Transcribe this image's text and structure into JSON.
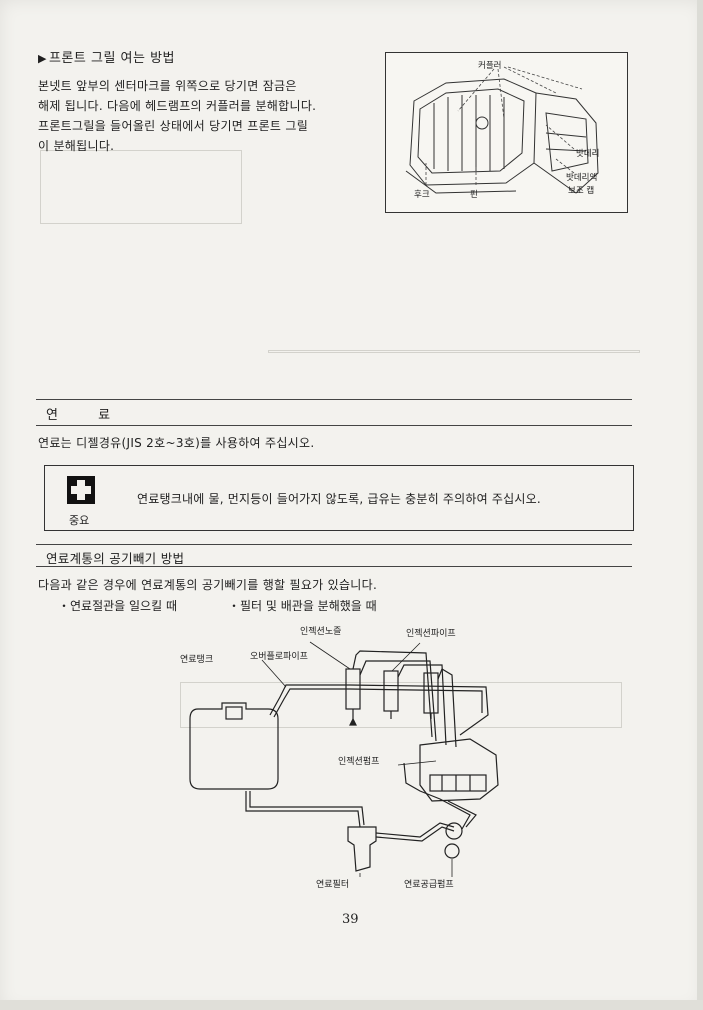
{
  "section_front_grille": {
    "heading_marker": "▶",
    "heading": "프론트 그릴 여는 방법",
    "lines": [
      "본넷트 앞부의 센터마크를 위쪽으로 당기면 잠금은",
      "해제 됩니다. 다음에 헤드램프의 커플러를 분해합니다.",
      "프론트그릴을 들어올린 상태에서 당기면 프론트 그릴",
      "이 분해됩니다."
    ]
  },
  "figure_grille": {
    "labels": {
      "coupler": "커플러",
      "battery": "밧데리",
      "battery_aux_cap": "밧데리액",
      "aux_cap": "보조 캡",
      "hook": "후크",
      "pin": "핀"
    }
  },
  "section_fuel": {
    "title": "연 료",
    "body": "연료는 디젤경유(JIS 2호~3호)를 사용하여 주십시오."
  },
  "notice": {
    "icon": "first-aid-cross-icon",
    "label": "중요",
    "text": "연료탱크내에 물, 먼지등이 들어가지 않도록, 급유는 충분히 주의하여 주십시오."
  },
  "section_air_bleed": {
    "title": "연료계통의 공기빼기 방법",
    "intro": "다음과 같은 경우에 연료계통의 공기빼기를 행할 필요가 있습니다.",
    "bullets": [
      "・연료절관을 일으킬 때",
      "・필터 및 배관을 분해했을 때"
    ]
  },
  "figure_fuel_system": {
    "labels": {
      "injector_nozzle": "인젝션노즐",
      "injection_pipe": "인젝션파이프",
      "fuel_tank": "연료탱크",
      "overflow_pipe": "오버플로파이프",
      "injection_pump": "인젝션펌프",
      "fuel_filter": "연료필터",
      "feed_pump": "연료공급펌프"
    }
  },
  "page_number": "39"
}
